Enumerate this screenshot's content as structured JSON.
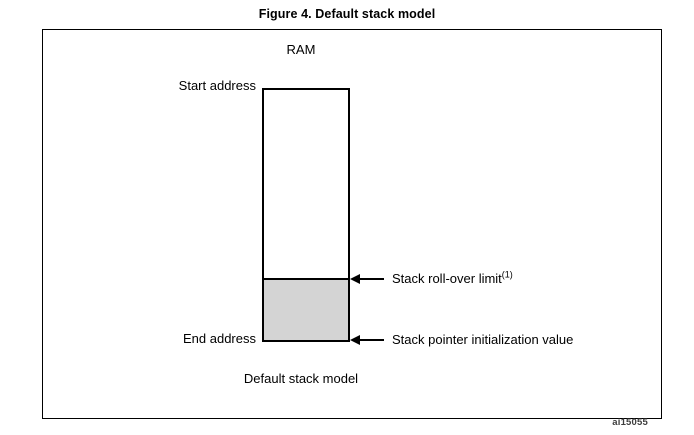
{
  "figure": {
    "title": "Figure 4. Default stack model",
    "reference_code": "ai15055",
    "caption": "Default stack model"
  },
  "diagram": {
    "type": "memory-map",
    "region_heading": "RAM",
    "address_labels": {
      "start": "Start address",
      "end": "End address"
    },
    "annotations": [
      {
        "name": "stack-rollover-limit",
        "text": "Stack roll-over limit",
        "footnote": "(1)",
        "arrow": "left-arrow-icon"
      },
      {
        "name": "stack-pointer-initialization-value",
        "text": "Stack pointer initialization value",
        "footnote": "",
        "arrow": "left-arrow-icon"
      }
    ],
    "regions": [
      {
        "name": "free-stack-space",
        "fill": "#ffffff"
      },
      {
        "name": "allocated-stack-space",
        "fill": "#d4d4d4"
      }
    ]
  },
  "colors": {
    "outline": "#000000",
    "stack_fill": "#d4d4d4",
    "background": "#ffffff",
    "code_text": "#3d3d3d"
  }
}
